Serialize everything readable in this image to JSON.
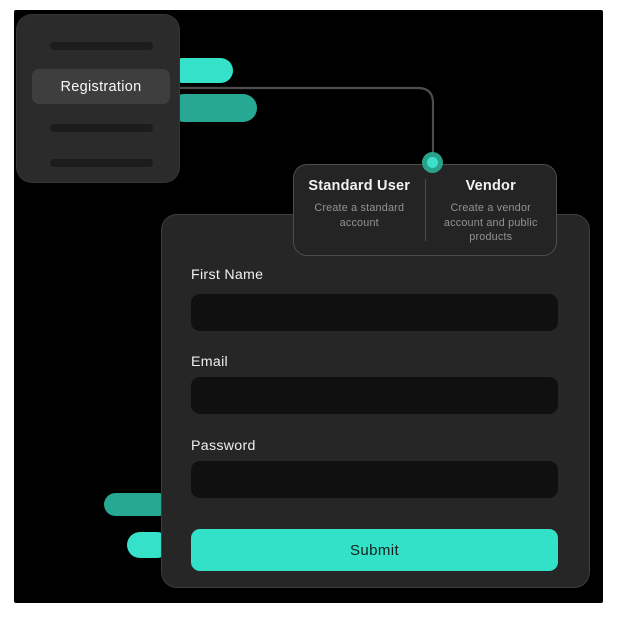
{
  "colors": {
    "page_bg": "#ffffff",
    "canvas_bg": "#000000",
    "menu_panel_bg": "#2b2b2b",
    "menu_active_bg": "#3e3e3e",
    "form_panel_bg": "#262626",
    "card_bg": "#242424",
    "input_bg": "#101010",
    "accent_bright_teal": "#35e1c8",
    "accent_dark_teal": "#26a893",
    "connector_line": "#4d4d4d",
    "text_primary": "#f2f2f2",
    "text_muted": "#929292",
    "submit_text": "#15211e"
  },
  "menu_panel": {
    "active_item_label": "Registration",
    "placeholder_bar_count": 3
  },
  "account_type_card": {
    "options": [
      {
        "title": "Standard User",
        "description": "Create a standard account"
      },
      {
        "title": "Vendor",
        "description": "Create a vendor account and  public products"
      }
    ]
  },
  "form": {
    "fields": [
      {
        "label": "First Name",
        "value": "",
        "type": "text"
      },
      {
        "label": "Email",
        "value": "",
        "type": "text"
      },
      {
        "label": "Password",
        "value": "",
        "type": "password"
      }
    ],
    "submit_label": "Submit"
  }
}
